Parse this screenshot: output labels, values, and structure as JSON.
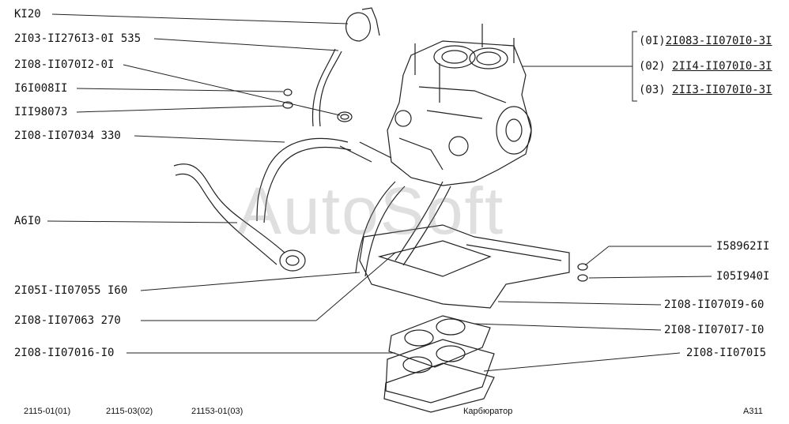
{
  "watermark": "AutoSoft",
  "labels_left": [
    {
      "id": "KI20",
      "text": "KI20"
    },
    {
      "id": "2103-II27613-0I-535",
      "text": "2I03-II276I3-0I 535"
    },
    {
      "id": "2108-II070I2-0I",
      "text": "2I08-II070I2-0I"
    },
    {
      "id": "I6I008II",
      "text": "I6I008II"
    },
    {
      "id": "III98073",
      "text": "III98073"
    },
    {
      "id": "2108-II07034-330",
      "text": "2I08-II07034 330"
    },
    {
      "id": "A6I0",
      "text": "A6I0"
    },
    {
      "id": "2105I-II07055-I60",
      "text": "2I05I-II07055 I60"
    },
    {
      "id": "2108-II07063-270",
      "text": "2I08-II07063 270"
    },
    {
      "id": "2108-II07016-I0",
      "text": "2I08-II07016-I0"
    }
  ],
  "labels_right": [
    {
      "id": "I58962II",
      "text": "I58962II"
    },
    {
      "id": "I05I940I",
      "text": "I05I940I"
    },
    {
      "id": "2108-II070I9-60",
      "text": "2I08-II070I9-60"
    },
    {
      "id": "2108-II070I7-I0",
      "text": "2I08-II070I7-I0"
    },
    {
      "id": "2108-II070I5",
      "text": "2I08-II070I5"
    }
  ],
  "variants": [
    {
      "prefix": "(0I)",
      "part": "2I083-II070I0-3I"
    },
    {
      "prefix": "(02) ",
      "part": "2II4-II070I0-3I"
    },
    {
      "prefix": "(03) ",
      "part": "2II3-II070I0-3I"
    }
  ],
  "footer": {
    "model1": "2115-01(01)",
    "model2": "2115-03(02)",
    "model3": "21153-01(03)",
    "title": "Карбюратор",
    "code": "A311"
  }
}
